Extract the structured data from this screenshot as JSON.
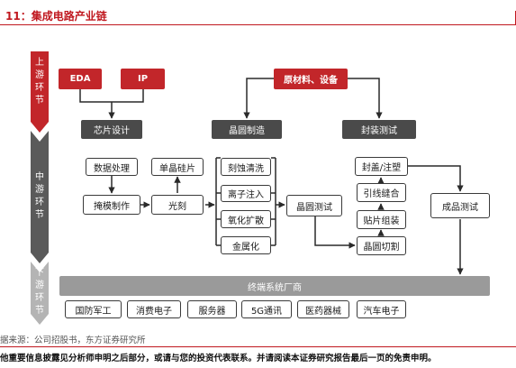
{
  "header": {
    "title": "11：集成电路产业链"
  },
  "stages": {
    "upstream": "上游环节",
    "midstream": "中游环节",
    "downstream": "下游环节"
  },
  "upstream": {
    "eda": "EDA",
    "ip": "IP",
    "materials": "原材料、设备",
    "chip_design": "芯片设计",
    "wafer_fab": "晶圆制造",
    "packaging_test": "封装测试"
  },
  "midstream": {
    "data_processing": "数据处理",
    "mask_making": "掩模制作",
    "single_crystal": "单晶硅片",
    "lithography": "光刻",
    "etch_clean": "刻蚀清洗",
    "ion_implant": "离子注入",
    "oxidation_diffusion": "氧化扩散",
    "metallization": "金属化",
    "wafer_test": "晶圆测试",
    "cap_molding": "封盖/注塑",
    "wire_bonding": "引线缝合",
    "die_attach": "贴片组装",
    "wafer_dicing": "晶圆切割",
    "final_test": "成品测试"
  },
  "downstream": {
    "terminal_vendors": "终端系统厂商",
    "apps": [
      "国防军工",
      "消费电子",
      "服务器",
      "5G通讯",
      "医药器械",
      "汽车电子"
    ]
  },
  "source": "据来源：公司招股书，东方证券研究所",
  "disclaimer": "他重要信息披露见分析师申明之后部分，或请与您的投资代表联系。并请阅读本证券研究报告最后一页的免责申明。",
  "colors": {
    "accent": "#c0181f",
    "dark_box": "#4a4a4a",
    "red_box": "#c2262a",
    "grey_bar": "#9a9a9a"
  }
}
